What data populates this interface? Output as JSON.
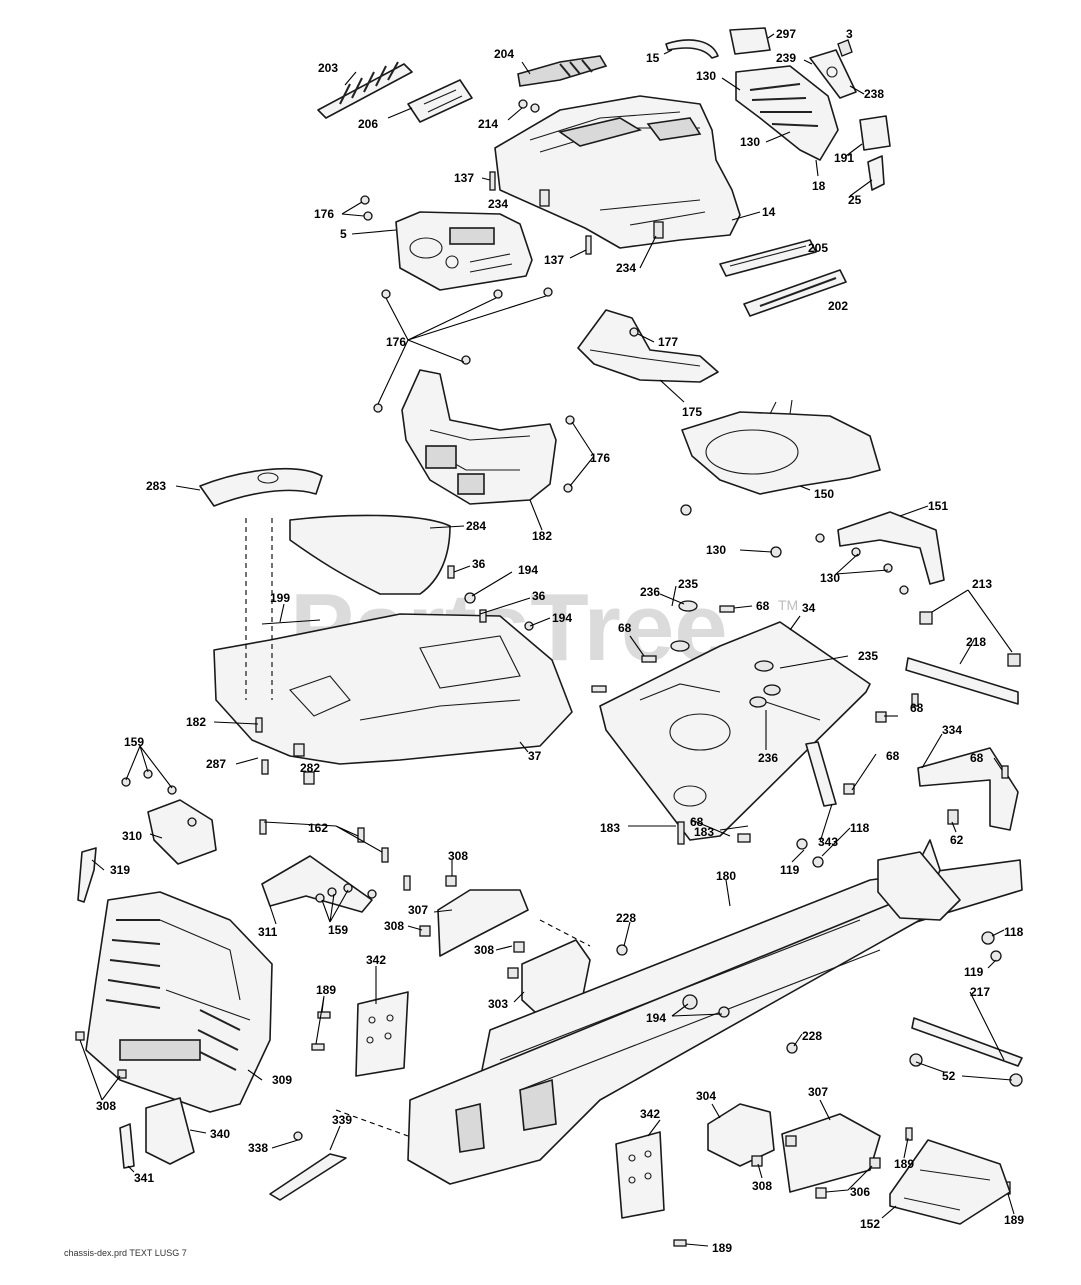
{
  "watermark": {
    "text": "PartsTree",
    "trademark": "TM"
  },
  "footer": {
    "text": "chassis-dex.prd TEXT LUSG 7"
  },
  "callouts": [
    {
      "n": "203"
    },
    {
      "n": "206"
    },
    {
      "n": "204"
    },
    {
      "n": "214"
    },
    {
      "n": "15"
    },
    {
      "n": "297"
    },
    {
      "n": "3"
    },
    {
      "n": "130"
    },
    {
      "n": "239"
    },
    {
      "n": "238"
    },
    {
      "n": "130"
    },
    {
      "n": "191"
    },
    {
      "n": "18"
    },
    {
      "n": "25"
    },
    {
      "n": "137"
    },
    {
      "n": "234"
    },
    {
      "n": "14"
    },
    {
      "n": "137"
    },
    {
      "n": "234"
    },
    {
      "n": "205"
    },
    {
      "n": "202"
    },
    {
      "n": "176"
    },
    {
      "n": "5"
    },
    {
      "n": "176"
    },
    {
      "n": "177"
    },
    {
      "n": "175"
    },
    {
      "n": "176"
    },
    {
      "n": "182"
    },
    {
      "n": "150"
    },
    {
      "n": "130"
    },
    {
      "n": "151"
    },
    {
      "n": "130"
    },
    {
      "n": "283"
    },
    {
      "n": "284"
    },
    {
      "n": "36"
    },
    {
      "n": "194"
    },
    {
      "n": "36"
    },
    {
      "n": "194"
    },
    {
      "n": "199"
    },
    {
      "n": "236"
    },
    {
      "n": "235"
    },
    {
      "n": "68"
    },
    {
      "n": "34"
    },
    {
      "n": "68"
    },
    {
      "n": "235"
    },
    {
      "n": "213"
    },
    {
      "n": "218"
    },
    {
      "n": "182"
    },
    {
      "n": "287"
    },
    {
      "n": "282"
    },
    {
      "n": "37"
    },
    {
      "n": "159"
    },
    {
      "n": "310"
    },
    {
      "n": "162"
    },
    {
      "n": "183"
    },
    {
      "n": "68"
    },
    {
      "n": "236"
    },
    {
      "n": "68"
    },
    {
      "n": "68"
    },
    {
      "n": "334"
    },
    {
      "n": "68"
    },
    {
      "n": "343"
    },
    {
      "n": "183"
    },
    {
      "n": "62"
    },
    {
      "n": "118"
    },
    {
      "n": "119"
    },
    {
      "n": "319"
    },
    {
      "n": "308"
    },
    {
      "n": "180"
    },
    {
      "n": "311"
    },
    {
      "n": "159"
    },
    {
      "n": "307"
    },
    {
      "n": "308"
    },
    {
      "n": "308"
    },
    {
      "n": "228"
    },
    {
      "n": "118"
    },
    {
      "n": "303"
    },
    {
      "n": "119"
    },
    {
      "n": "342"
    },
    {
      "n": "217"
    },
    {
      "n": "189"
    },
    {
      "n": "194"
    },
    {
      "n": "228"
    },
    {
      "n": "52"
    },
    {
      "n": "309"
    },
    {
      "n": "308"
    },
    {
      "n": "340"
    },
    {
      "n": "304"
    },
    {
      "n": "342"
    },
    {
      "n": "307"
    },
    {
      "n": "338"
    },
    {
      "n": "339"
    },
    {
      "n": "341"
    },
    {
      "n": "308"
    },
    {
      "n": "306"
    },
    {
      "n": "189"
    },
    {
      "n": "152"
    },
    {
      "n": "189"
    },
    {
      "n": "189"
    }
  ]
}
